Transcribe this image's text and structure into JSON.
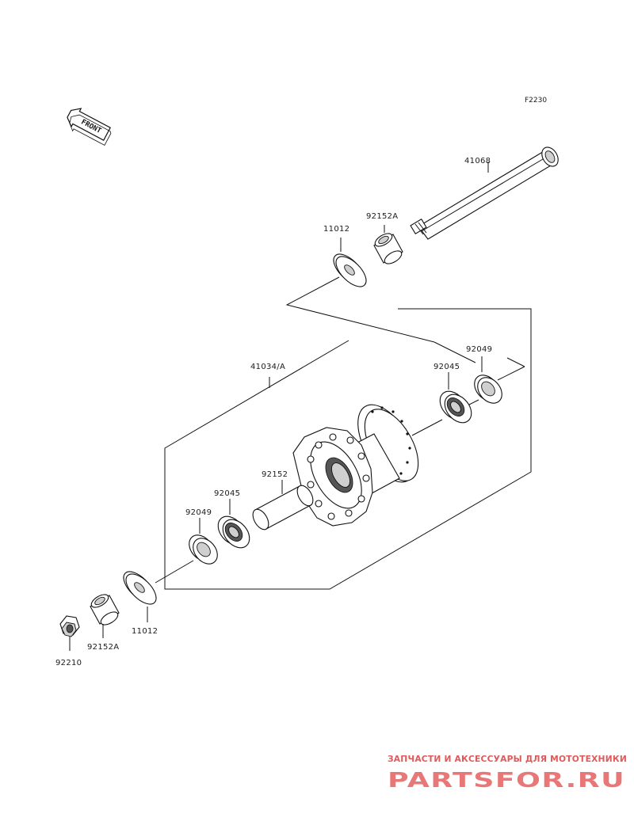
{
  "figure_code": "F2230",
  "front_label": "FRONT",
  "parts": {
    "axle": "41068",
    "collar_top": "92152A",
    "washer_top": "11012",
    "hub_assembly": "41034/A",
    "seal_right": "92049",
    "bearing_right": "92045",
    "spacer": "92152",
    "bearing_left": "92045",
    "seal_left": "92049",
    "washer_bottom": "11012",
    "collar_bottom": "92152A",
    "nut": "92210"
  },
  "watermark": {
    "tagline": "ЗАПЧАСТИ И АКСЕССУАРЫ ДЛЯ МОТОТЕХНИКИ",
    "brand": "PARTSFOR.RU"
  }
}
